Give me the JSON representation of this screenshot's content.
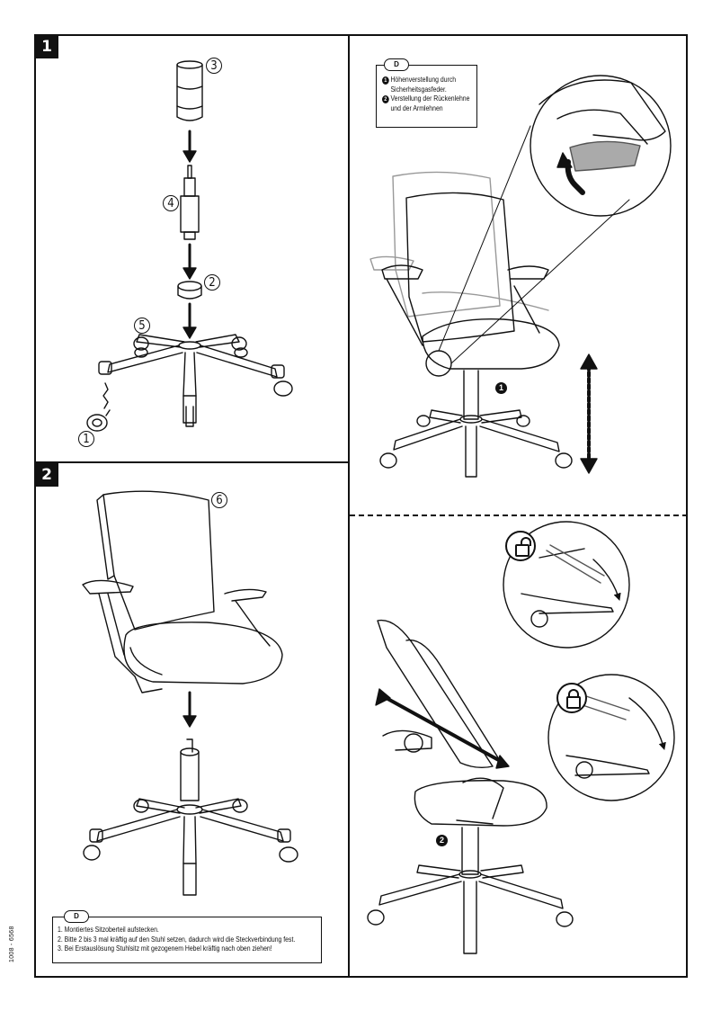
{
  "steps": {
    "step1": "1",
    "step2": "2"
  },
  "callouts": {
    "c3": "3",
    "c4": "4",
    "c2": "2",
    "c5": "5",
    "c1": "1",
    "c6": "6"
  },
  "panel_d_top": {
    "lang": "D",
    "items": [
      {
        "num": "1",
        "lines": [
          "Höhenverstellung durch",
          "Sicherheitsgasfeder."
        ]
      },
      {
        "num": "2",
        "lines": [
          "Verstellung der Rückenlehne",
          "und der Armlehnen"
        ]
      }
    ]
  },
  "markers": {
    "m1": "1",
    "m2": "2"
  },
  "panel_d_bottom": {
    "lang": "D",
    "lines": [
      "1. Montiertes Sitzoberteil aufstecken.",
      "2. Bitte 2 bis 3 mal kräftig  auf den Stuhl setzen,  dadurch wird die Steckverbindung fest.",
      "3. Bei Erstauslösung Stuhlsitz mit gezogenem Hebel kräftig nach  oben ziehen!"
    ]
  },
  "side_code": "1008 - 6568",
  "icons": [
    "unlock-icon",
    "lock-icon",
    "arrow-icon"
  ]
}
